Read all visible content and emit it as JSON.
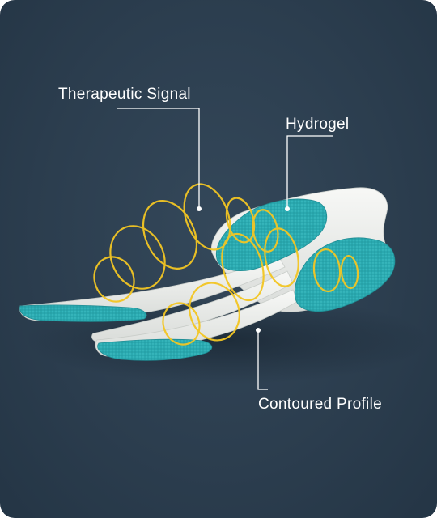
{
  "labels": {
    "therapeutic_signal": "Therapeutic Signal",
    "hydrogel": "Hydrogel",
    "contoured_profile": "Contoured Profile"
  },
  "colors": {
    "background": "#2c3e4f",
    "hydrogel": "#2aa9b0",
    "substrate": "#eef0ee",
    "signal": "#f3c623",
    "leader": "#ffffff"
  }
}
